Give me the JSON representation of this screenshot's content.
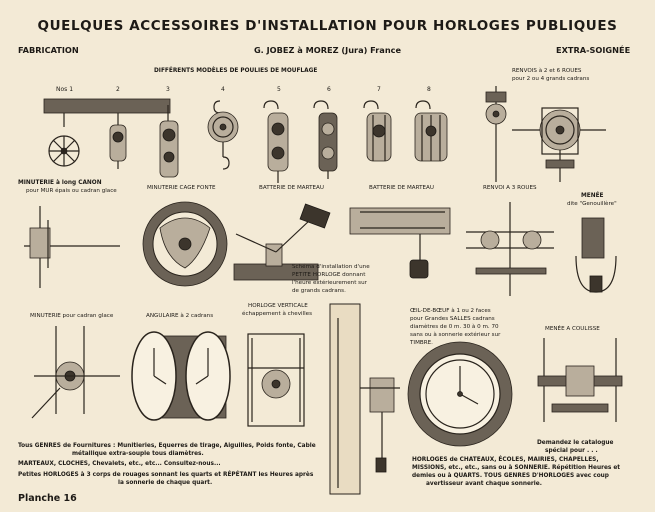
{
  "header": {
    "title": "QUELQUES ACCESSOIRES D'INSTALLATION POUR HORLOGES PUBLIQUES",
    "left": "FABRICATION",
    "center": "G. JOBEZ à MOREZ (Jura) France",
    "right": "EXTRA-SOIGNÉE"
  },
  "pulleys": {
    "heading": "DIFFÉRENTS MODÈLES DE POULIES DE MOUFLAGE",
    "numbers": [
      "Nos 1",
      "2",
      "3",
      "4",
      "5",
      "6",
      "7",
      "8"
    ]
  },
  "labels": {
    "renvois_1": "RENVOIS à 2 et 6 ROUES",
    "renvois_2": "pour 2 ou 4 grands cadrans",
    "minuterie_canon_1": "MINUTERIE à long CANON",
    "minuterie_canon_2": "pour MUR épais ou cadran glace",
    "cage_fonte": "MINUTERIE CAGE FONTE",
    "batterie_1": "BATTERIE DE MARTEAU",
    "batterie_2": "BATTERIE DE MARTEAU",
    "renvoi_3": "RENVOI A 3 ROUES",
    "menee_1": "MENÉE",
    "menee_2": "dite \"Genouillère\"",
    "schema_1": "Schéma d'installation d'une",
    "schema_2": "PETITE HORLOGE donnant",
    "schema_3": "l'heure extérieurement sur",
    "schema_4": "de grands cadrans.",
    "minuterie_glace": "MINUTERIE pour cadran glace",
    "angulaire": "ANGULAIRE à 2 cadrans",
    "verticale_1": "HORLOGE VERTICALE",
    "verticale_2": "échappement à chevilles",
    "oeil_1": "ŒIL-DE-BŒUF à 1 ou 2 faces",
    "oeil_2": "pour Grandes SALLES cadrans",
    "oeil_3": "diamètres de 0 m. 30 à 0 m. 70",
    "oeil_4": "sans ou à sonnerie extérieur sur",
    "oeil_5": "TIMBRE.",
    "coulisse": "MENÉE A COULISSE"
  },
  "bottom": {
    "line1": "Tous GENRES de Fournitures : Munitieries, Equerres de tirage, Aiguilles, Poids fonte, Cable",
    "line2": "métallique extra-souple tous diamètres.",
    "line3": "MARTEAUX, CLOCHES, Chevalets, etc., etc... Consultez-nous...",
    "line4": "Petites HORLOGES à 3 corps de rouages sonnant les quarts et RÉPÉTANT les Heures après",
    "line5": "la sonnerie de chaque quart.",
    "planche": "Planche 16",
    "catalogue_1": "Demandez le catalogue",
    "catalogue_2": "spécial pour . . .",
    "horloges_1": "HORLOGES de CHATEAUX, ÉCOLES, MAIRIES, CHAPELLES,",
    "horloges_2": "MISSIONS, etc., etc., sans ou à SONNERIE. Répétition Heures et",
    "horloges_3": "demies ou à QUARTS. TOUS GENRES D'HORLOGES avec coup",
    "horloges_4": "avertisseur avant chaque sonnerie."
  }
}
